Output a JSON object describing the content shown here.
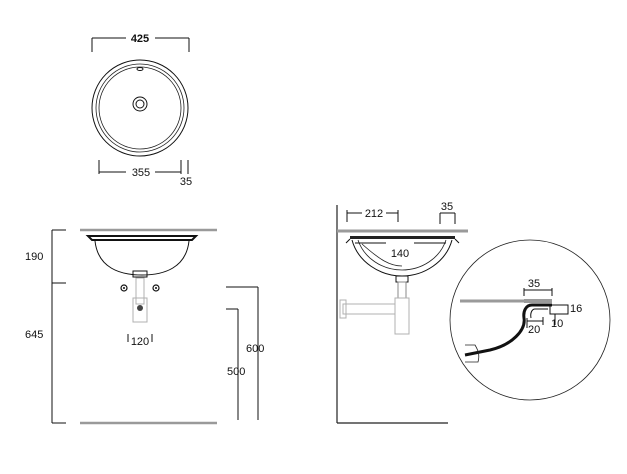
{
  "colors": {
    "line": "#111111",
    "counter": "#9a9a9a",
    "ghost": "#b8b8b8",
    "background": "#ffffff"
  },
  "plan_view": {
    "dim_outer_width": "425",
    "dim_inner_width": "355",
    "dim_rim": "35"
  },
  "front_view": {
    "dim_basin_height": "190",
    "dim_total_height": "645",
    "dim_waste_spacing": "120",
    "dim_height_600": "600",
    "dim_height_500": "500"
  },
  "side_view": {
    "dim_half_width": "212",
    "dim_rim": "35",
    "dim_drain_offset": "140"
  },
  "detail_view": {
    "dim_rim": "35",
    "dim_thickness_16": "16",
    "dim_offset_20": "20",
    "dim_offset_10": "10"
  }
}
